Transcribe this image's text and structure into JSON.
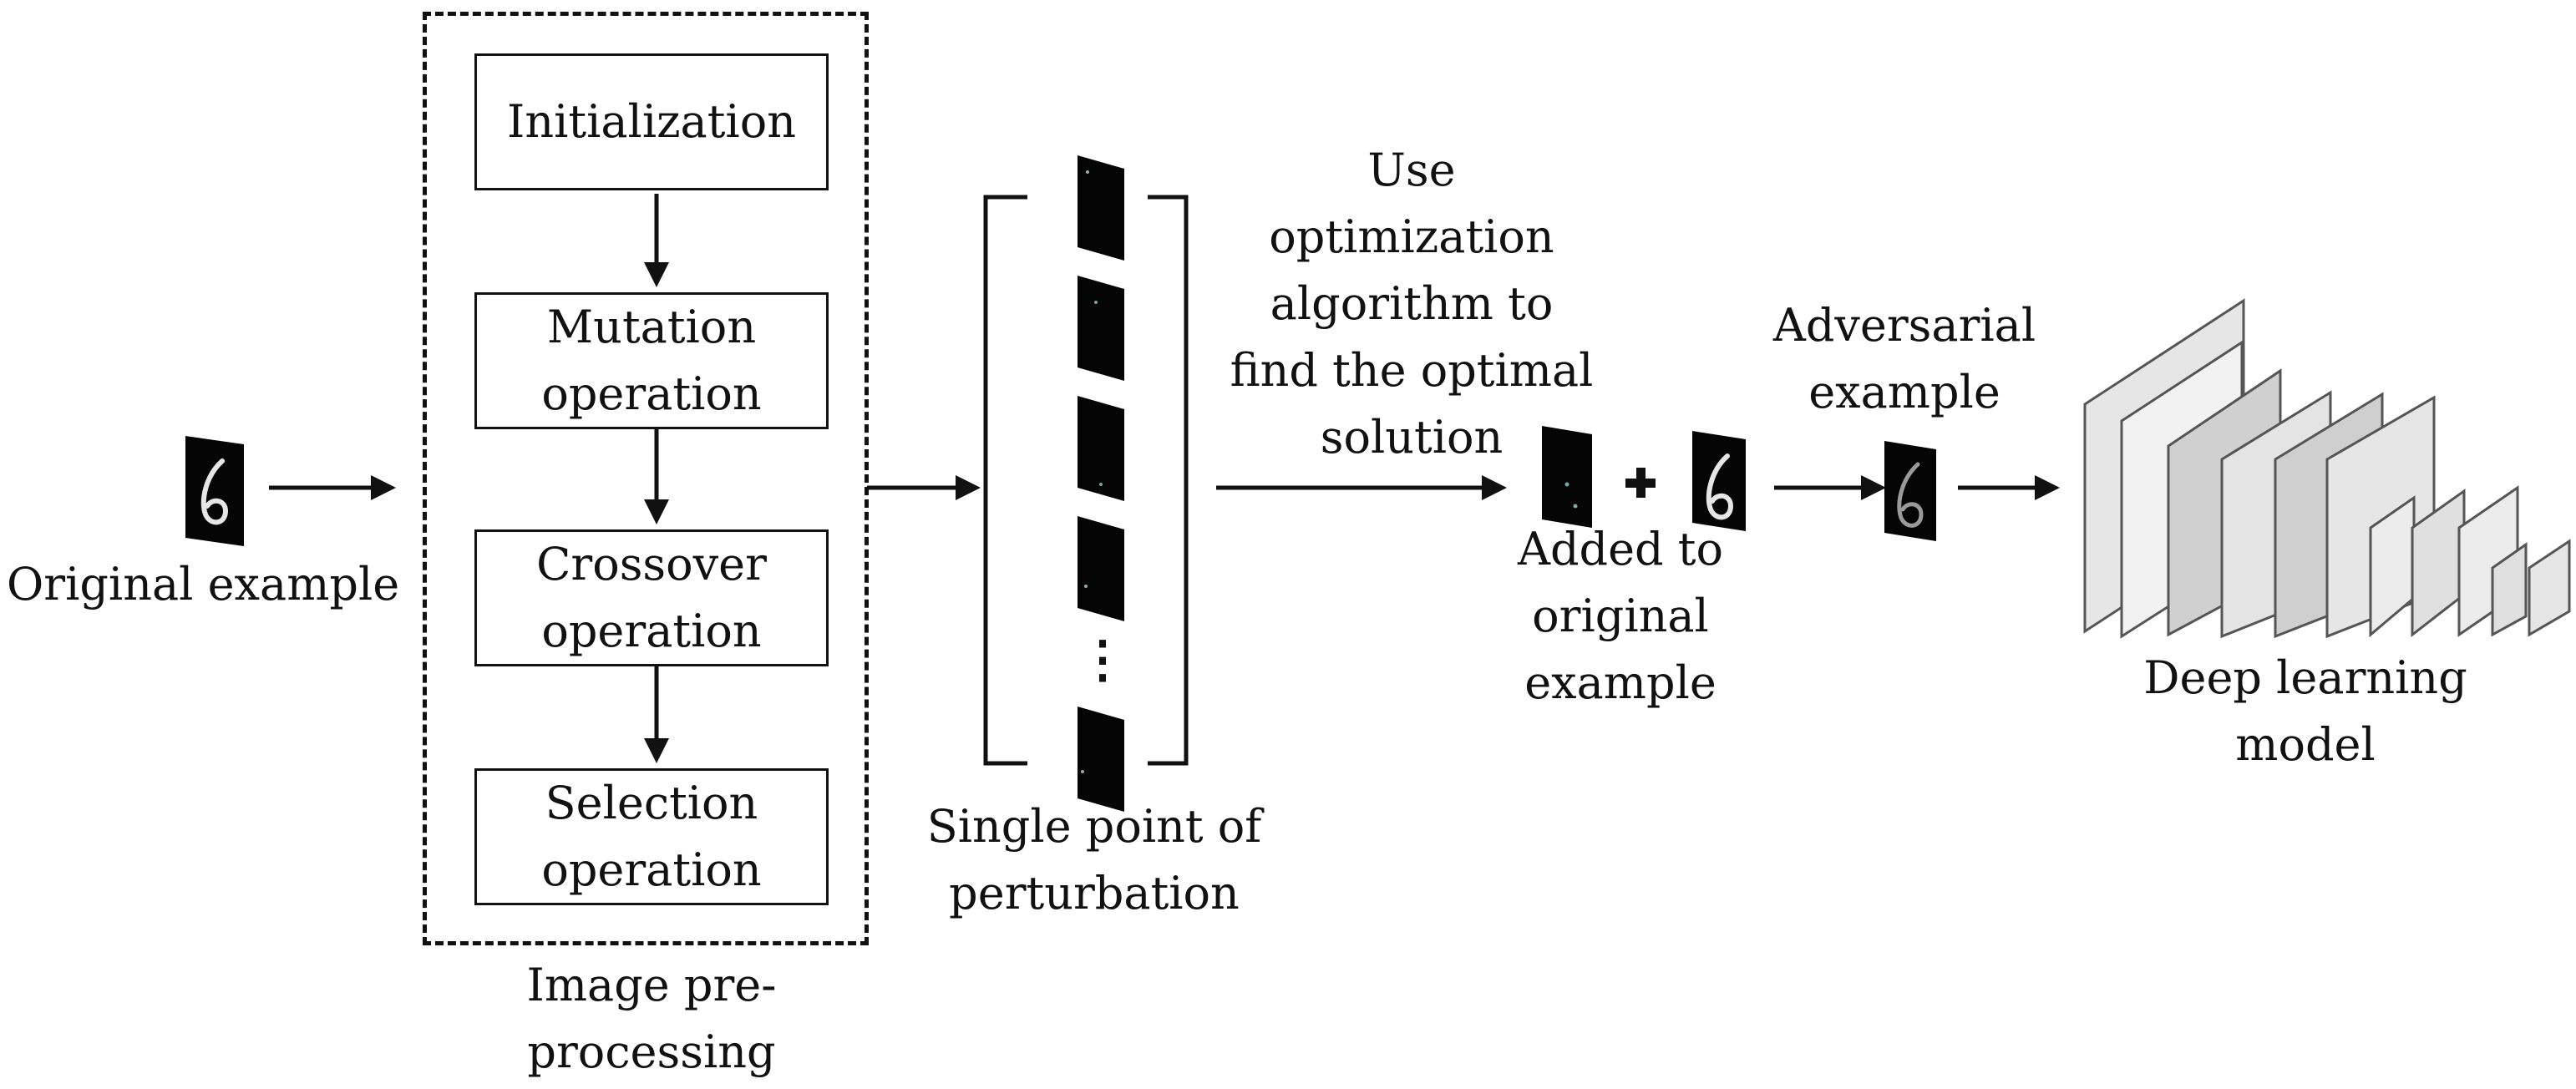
{
  "input": {
    "label": "Original example",
    "digit": "6"
  },
  "preprocessing": {
    "steps": [
      {
        "lines": [
          "Initialization"
        ]
      },
      {
        "lines": [
          "Mutation",
          "operation"
        ]
      },
      {
        "lines": [
          "Crossover",
          "operation"
        ]
      },
      {
        "lines": [
          "Selection",
          "operation"
        ]
      }
    ],
    "label_lines": [
      "Image pre-",
      "processing"
    ]
  },
  "perturbations": {
    "label_lines": [
      "Single point of",
      "perturbation"
    ],
    "ellipsis": "⋮"
  },
  "optimization": {
    "label_lines": [
      "Use",
      "optimization",
      "algorithm to",
      "find the optimal",
      "solution"
    ],
    "plus": "+",
    "digit": "6",
    "added_lines": [
      "Added to",
      "original",
      "example"
    ]
  },
  "adversarial": {
    "label_lines": [
      "Adversarial",
      "example"
    ],
    "digit": "6"
  },
  "model": {
    "label_lines": [
      "Deep learning",
      "model"
    ]
  }
}
